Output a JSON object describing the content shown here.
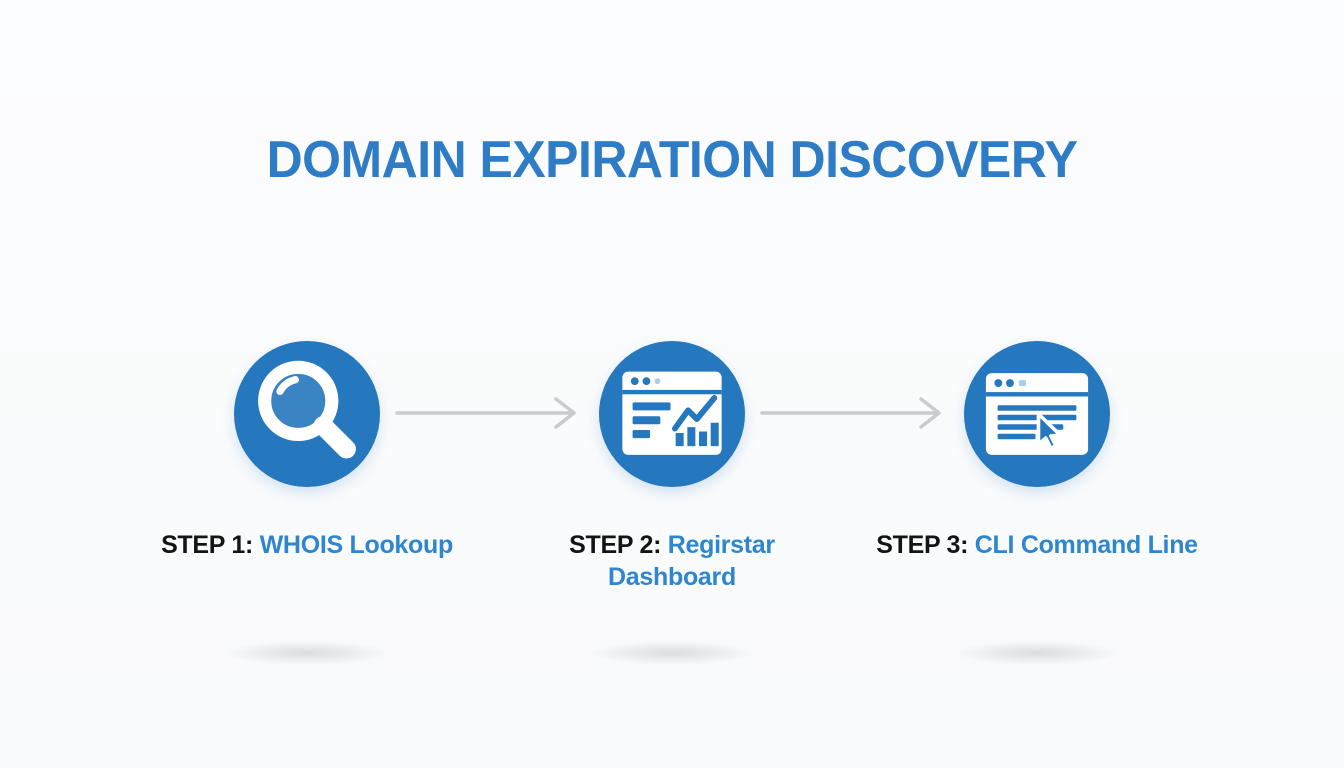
{
  "title": "DOMAIN EXPIRATION DISCOVERY",
  "colors": {
    "accent_blue": "#2577BE",
    "title_blue": "#2E7CC5",
    "label_blue": "#2E86D1",
    "label_black": "#141414",
    "arrow_gray": "#C9CBCC",
    "icon_white": "#FFFFFF"
  },
  "steps": [
    {
      "prefix": "STEP 1:",
      "name": "WHOIS Lookoup",
      "icon": "magnifier-icon"
    },
    {
      "prefix": "STEP 2:",
      "name": "Regirstar Dashboard",
      "icon": "analytics-browser-icon"
    },
    {
      "prefix": "STEP 3:",
      "name": "CLI Command Line",
      "icon": "browser-cursor-icon"
    }
  ],
  "arrows": {
    "direction": "right",
    "count": 2
  }
}
